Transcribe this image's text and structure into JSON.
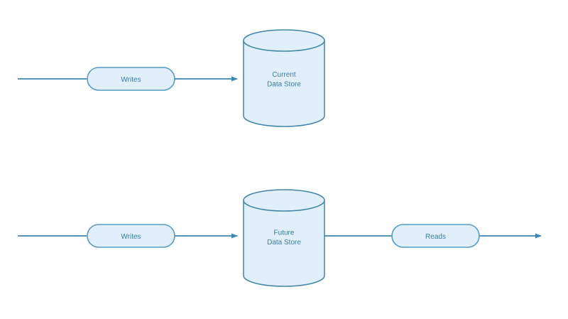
{
  "title": "Data store write and read flow diagram",
  "colors": {
    "background": "#ffffff",
    "shape_fill": "#e0effa",
    "pill_stroke": "#569bc8",
    "cylinder_stroke": "#4285a8",
    "connector": "#3a86b6",
    "label_text": "#3b7c9c"
  },
  "diagram": {
    "top_flow": {
      "writes_label": "Writes",
      "store_name_line1": "Current",
      "store_name_line2": "Data Store"
    },
    "bottom_flow": {
      "writes_label": "Writes",
      "store_name_line1": "Future",
      "store_name_line2": "Data Store",
      "reads_label": "Reads"
    }
  }
}
